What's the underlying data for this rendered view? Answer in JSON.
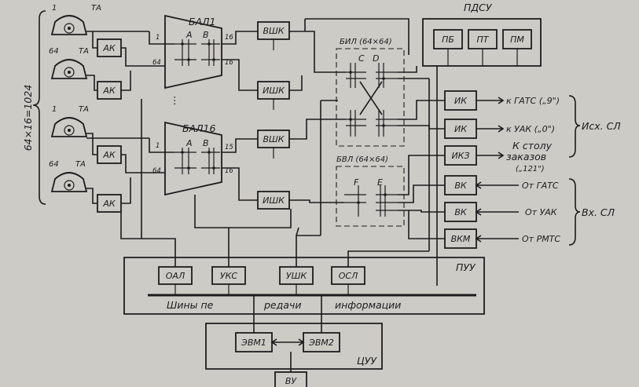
{
  "labels": {
    "total_count": "64×16=1024",
    "ta": "ТА",
    "n1": "1",
    "n64": "64",
    "n16": "16",
    "n15": "15",
    "ak": "АК",
    "bal1": "БАЛ1",
    "bal16": "БАЛ16",
    "col_a": "А",
    "col_b": "В",
    "vshk": "ВШК",
    "ishk": "ИШК",
    "bil": "БИЛ (64×64)",
    "bvl": "БВЛ (64×64)",
    "col_c": "С",
    "col_d": "D",
    "col_f": "F",
    "col_e": "Е",
    "pdsu": "ПДСУ",
    "pb": "ПБ",
    "pt": "ПТ",
    "pm": "ПМ",
    "ik": "ИК",
    "ikz": "ИКЗ",
    "vk": "ВК",
    "vkm": "ВКМ",
    "to_gats": "к ГАТС („9\")",
    "to_uak": "к УАК („0\")",
    "to_desk_1": "К столу",
    "to_desk_2": "заказов",
    "to_desk_3": "(„121\")",
    "out_sl": "Исх. СЛ",
    "from_gats": "От ГАТС",
    "from_uak": "От  УАК",
    "from_rmts": "От РМТС",
    "in_sl": "Вх. СЛ",
    "oal": "ОАЛ",
    "uks": "УКС",
    "ushk": "УШК",
    "osl": "ОСЛ",
    "puu": "ПУУ",
    "bus_1": "Шины пе",
    "bus_2": "редачи",
    "bus_3": "информации",
    "evm1": "ЭВМ1",
    "evm2": "ЭВМ2",
    "tsuu": "ЦУУ",
    "vu": "ВУ"
  },
  "colors": {
    "ink": "#1c1c1c",
    "paper": "#cdcbc6"
  }
}
